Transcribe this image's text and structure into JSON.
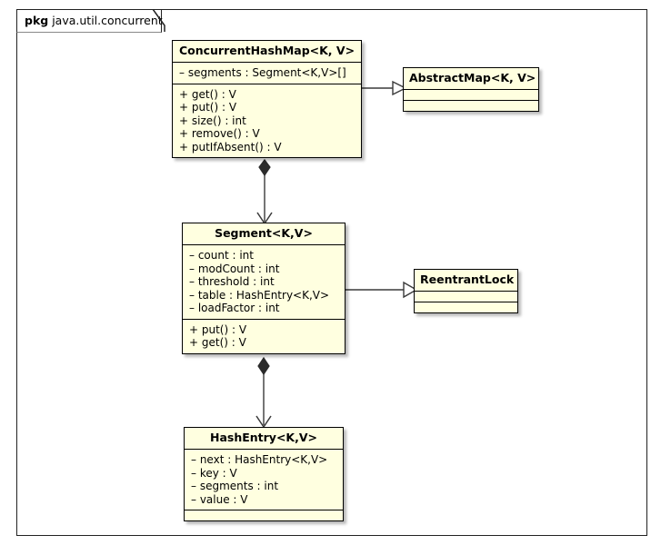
{
  "diagram": {
    "type": "uml-class-diagram",
    "package": {
      "keyword": "pkg",
      "name": "java.util.concurrent"
    },
    "classes": [
      {
        "id": "concurrent-hash-map",
        "name": "ConcurrentHashMap<K, V>",
        "attributes": [
          "– segments : Segment<K,V>[]"
        ],
        "operations": [
          "+ get() : V",
          "+ put() : V",
          "+ size() : int",
          "+ remove() : V",
          "+ putIfAbsent() : V"
        ]
      },
      {
        "id": "abstract-map",
        "name": "AbstractMap<K, V>",
        "attributes": [],
        "operations": []
      },
      {
        "id": "segment",
        "name": "Segment<K,V>",
        "attributes": [
          "– count : int",
          "– modCount : int",
          "– threshold : int",
          "– table : HashEntry<K,V>",
          "– loadFactor : int"
        ],
        "operations": [
          "+ put() : V",
          "+ get() : V"
        ]
      },
      {
        "id": "reentrant-lock",
        "name": "ReentrantLock",
        "attributes": [],
        "operations": []
      },
      {
        "id": "hash-entry",
        "name": "HashEntry<K,V>",
        "attributes": [
          "– next : HashEntry<K,V>",
          "– key : V",
          "– segments : int",
          "– value : V"
        ],
        "operations": []
      }
    ],
    "relationships": [
      {
        "from": "concurrent-hash-map",
        "to": "abstract-map",
        "kind": "generalization"
      },
      {
        "from": "concurrent-hash-map",
        "to": "segment",
        "kind": "composition"
      },
      {
        "from": "segment",
        "to": "reentrant-lock",
        "kind": "generalization"
      },
      {
        "from": "segment",
        "to": "hash-entry",
        "kind": "composition"
      }
    ],
    "colors": {
      "class_fill": "#ffffe0",
      "class_border": "#000000",
      "background": "#ffffff",
      "line": "#3a3a3a"
    }
  }
}
